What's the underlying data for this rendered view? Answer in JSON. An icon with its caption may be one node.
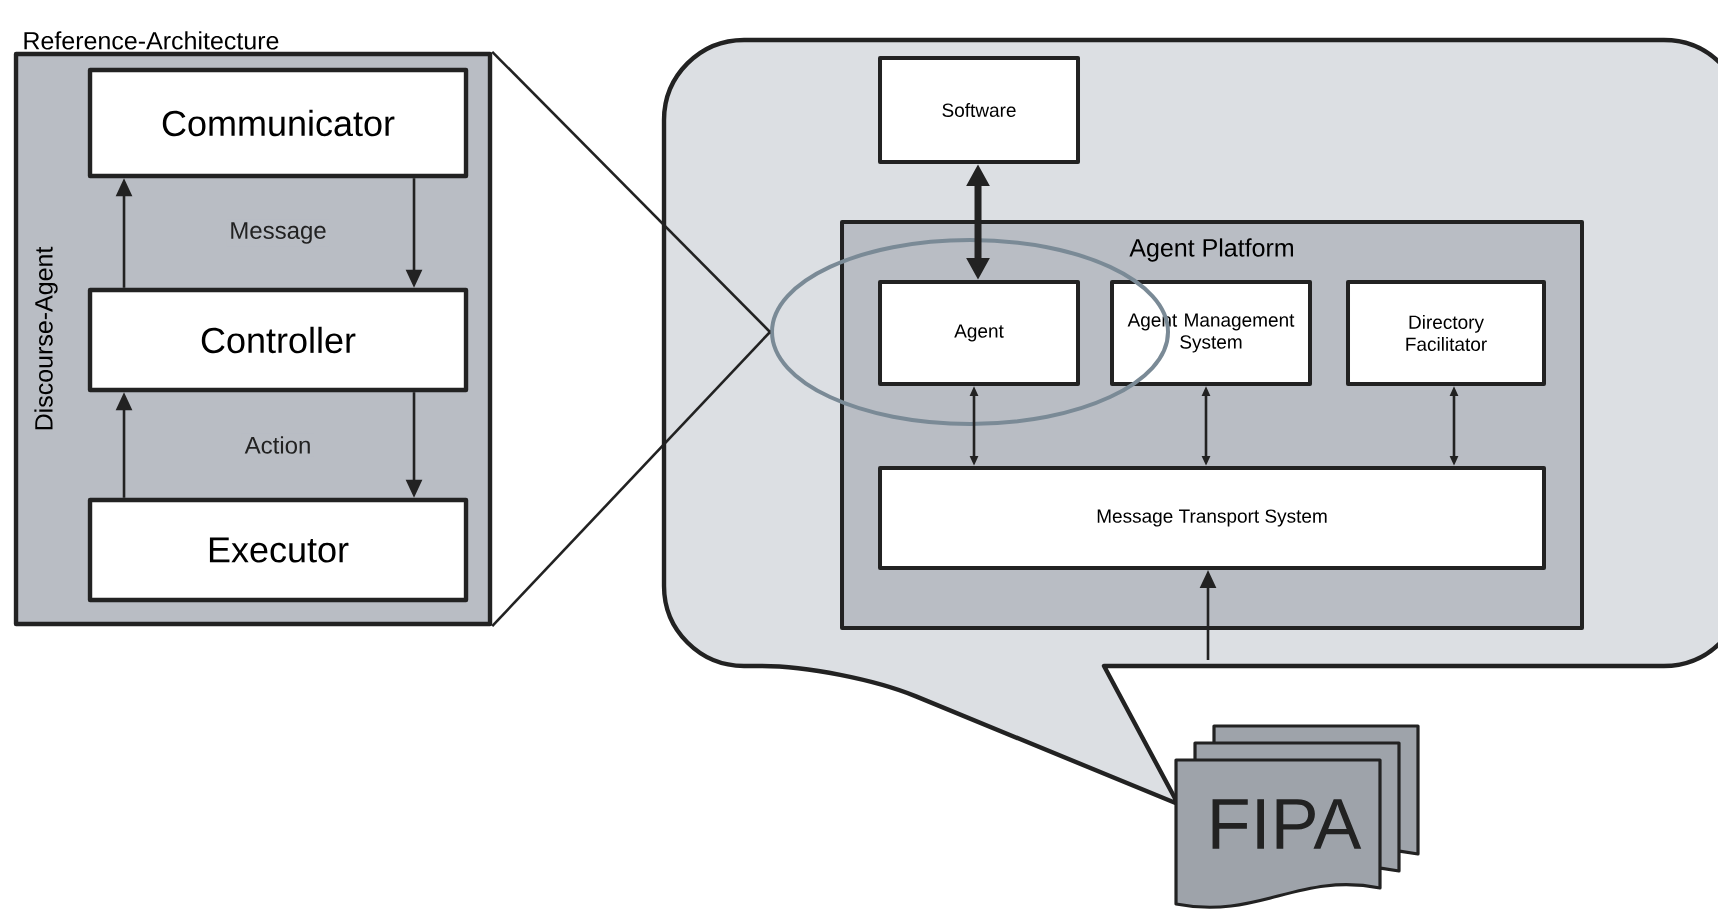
{
  "diagram": {
    "nodes": [
      {
        "text": [
          "Reference-Architecture",
          "Discourse-Agent"
        ]
      },
      {
        "text": [
          "Communicator"
        ],
        "in": 0
      },
      {
        "text": [
          "Controller"
        ],
        "in": 0
      },
      {
        "text": [
          "Executor"
        ],
        "in": 0
      },
      {
        "text": [],
        "shape": "callout"
      },
      {
        "text": [
          "Software"
        ],
        "in": 4
      },
      {
        "text": [
          "Agent Platform"
        ],
        "in": 4
      },
      {
        "text": [],
        "shape": "ellipse",
        "in": 4
      },
      {
        "text": [
          "Agent"
        ],
        "in": 7
      },
      {
        "text": [
          "Agent Management System"
        ],
        "in": 6
      },
      {
        "text": [
          "Directory Facilitator"
        ],
        "in": 6
      },
      {
        "text": [
          "Message Transport System"
        ],
        "in": 6
      },
      {
        "text": [
          "FIPA"
        ]
      }
    ],
    "edges": [
      {
        "from": 2,
        "to": 1,
        "arrow": "to"
      },
      {
        "from": 1,
        "to": 2,
        "arrow": "to",
        "label": "Message"
      },
      {
        "from": 3,
        "to": 2,
        "arrow": "to"
      },
      {
        "from": 2,
        "to": 3,
        "arrow": "to",
        "label": "Action"
      },
      {
        "from": 0,
        "to": 7,
        "arrow": "none"
      },
      {
        "from": 0,
        "to": 7,
        "arrow": "none"
      },
      {
        "from": 5,
        "to": 8,
        "arrow": "both",
        "style": "thick"
      },
      {
        "from": 8,
        "to": 11,
        "arrow": "both"
      },
      {
        "from": 9,
        "to": 11,
        "arrow": "both"
      },
      {
        "from": 10,
        "to": 11,
        "arrow": "both"
      },
      {
        "from": null,
        "to": 11,
        "arrow": "to"
      }
    ]
  }
}
